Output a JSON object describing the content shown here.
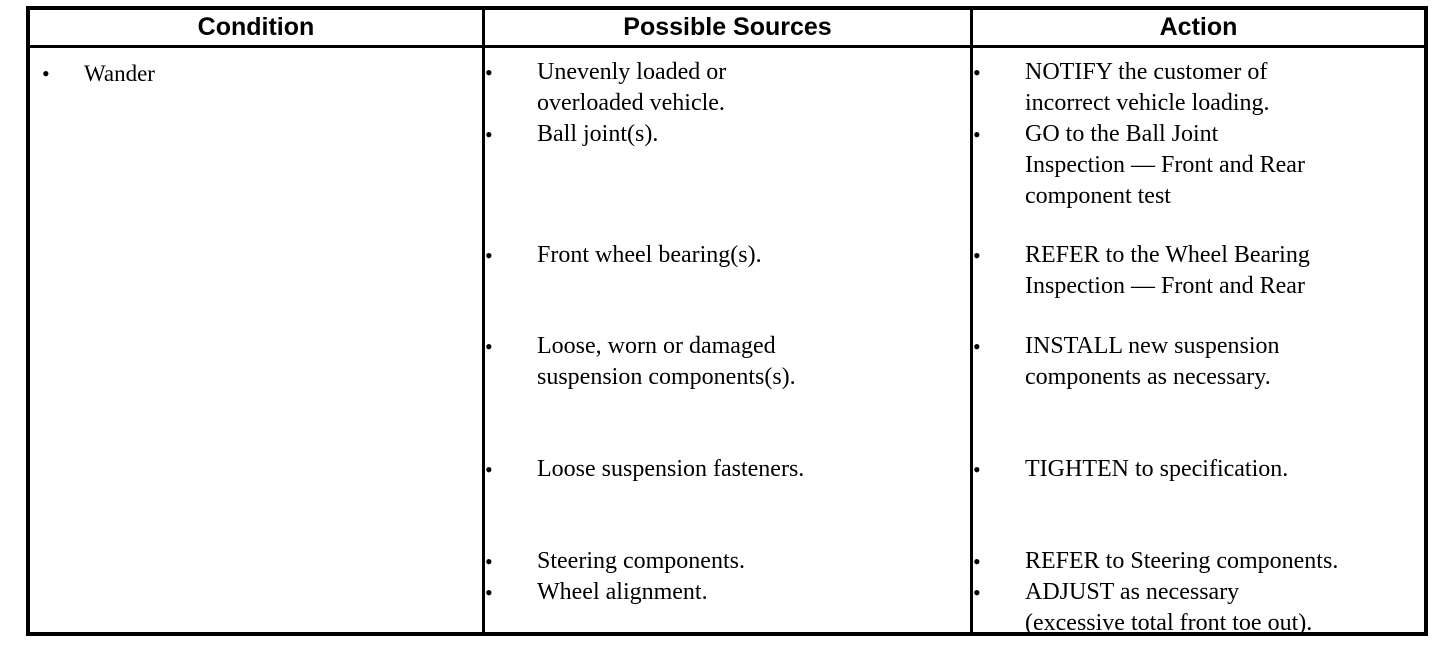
{
  "table": {
    "headers": [
      {
        "label": "Condition"
      },
      {
        "label": "Possible Sources"
      },
      {
        "label": "Action"
      }
    ],
    "bullet_glyph": "•",
    "condition": {
      "items": [
        {
          "text": "Wander"
        }
      ]
    },
    "possible_sources": {
      "groups": [
        {
          "items": [
            {
              "text": "Unevenly  loaded  or\noverloaded  vehicle."
            },
            {
              "text": "Ball joint(s)."
            }
          ]
        },
        {
          "items": [
            {
              "text": "Front  wheel  bearing(s)."
            }
          ]
        },
        {
          "items": [
            {
              "text": "Loose,  worn  or  damaged\nsuspension  components(s)."
            }
          ]
        },
        {
          "items": [
            {
              "text": "Loose suspension  fasteners."
            }
          ]
        },
        {
          "items": [
            {
              "text": "Steering  components."
            },
            {
              "text": "Wheel alignment."
            }
          ]
        }
      ]
    },
    "action": {
      "groups": [
        {
          "items": [
            {
              "text": "NOTIFY  the  customer  of\nincorrect  vehicle  loading."
            },
            {
              "text": "GO to the  Ball  Joint\nInspection — Front and Rear\ncomponent test"
            }
          ]
        },
        {
          "items": [
            {
              "text": "REFER to the  Wheel  Bearing\nInspection — Front and Rear"
            }
          ]
        },
        {
          "items": [
            {
              "text": "INSTALL  new  suspension\ncomponents  as  necessary."
            }
          ]
        },
        {
          "items": [
            {
              "text": "TIGHTEN to specification."
            }
          ]
        },
        {
          "items": [
            {
              "text": "REFER to Steering components."
            },
            {
              "text": "ADJUST  as  necessary\n(excessive  total  front  toe  out)."
            }
          ]
        }
      ]
    }
  },
  "colors": {
    "border": "#000000",
    "text": "#000000",
    "background": "#ffffff"
  }
}
